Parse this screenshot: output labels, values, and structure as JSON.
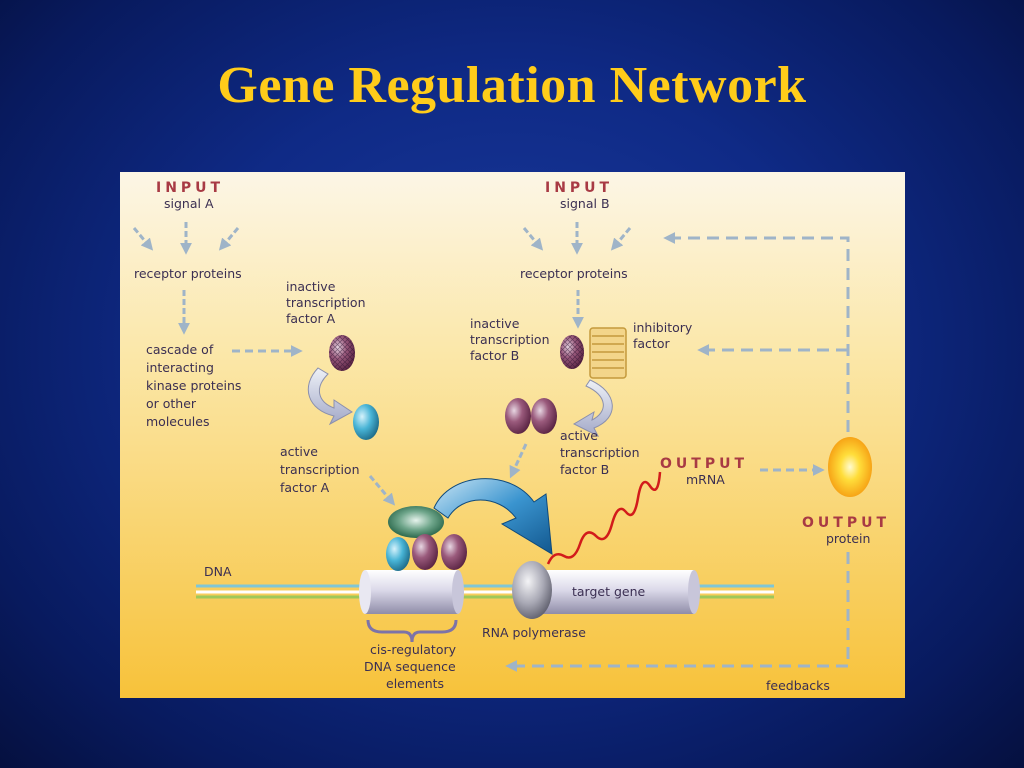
{
  "title": "Gene Regulation Network",
  "diagram": {
    "input_a": {
      "heading": "INPUT",
      "label": "signal A"
    },
    "input_b": {
      "heading": "INPUT",
      "label": "signal B"
    },
    "receptor_a": "receptor proteins",
    "receptor_b": "receptor proteins",
    "cascade": [
      "cascade of",
      "interacting",
      "kinase proteins",
      "or other",
      "molecules"
    ],
    "inactive_tf_a": [
      "inactive",
      "transcription",
      "factor A"
    ],
    "inactive_tf_b": [
      "inactive",
      "transcription",
      "factor B"
    ],
    "inhibitory_factor": [
      "inhibitory",
      "factor"
    ],
    "active_tf_a": [
      "active",
      "transcription",
      "factor A"
    ],
    "active_tf_b": [
      "active",
      "transcription",
      "factor B"
    ],
    "output_mrna": {
      "heading": "OUTPUT",
      "label": "mRNA"
    },
    "output_protein": {
      "heading": "OUTPUT",
      "label": "protein"
    },
    "dna": "DNA",
    "target_gene": "target gene",
    "rna_polymerase": "RNA polymerase",
    "cis_regulatory": [
      "cis-regulatory",
      "DNA sequence",
      "elements"
    ],
    "feedbacks": "feedbacks"
  },
  "colors": {
    "title": "#ffcc1a",
    "background": "#0f2a86",
    "figure_bg_top": "#fbf3e0",
    "figure_bg_bottom": "#f8c63c",
    "arrow": "#9fb4c8",
    "heading_red": "#a83a44",
    "mrna_red": "#d21b1b"
  }
}
